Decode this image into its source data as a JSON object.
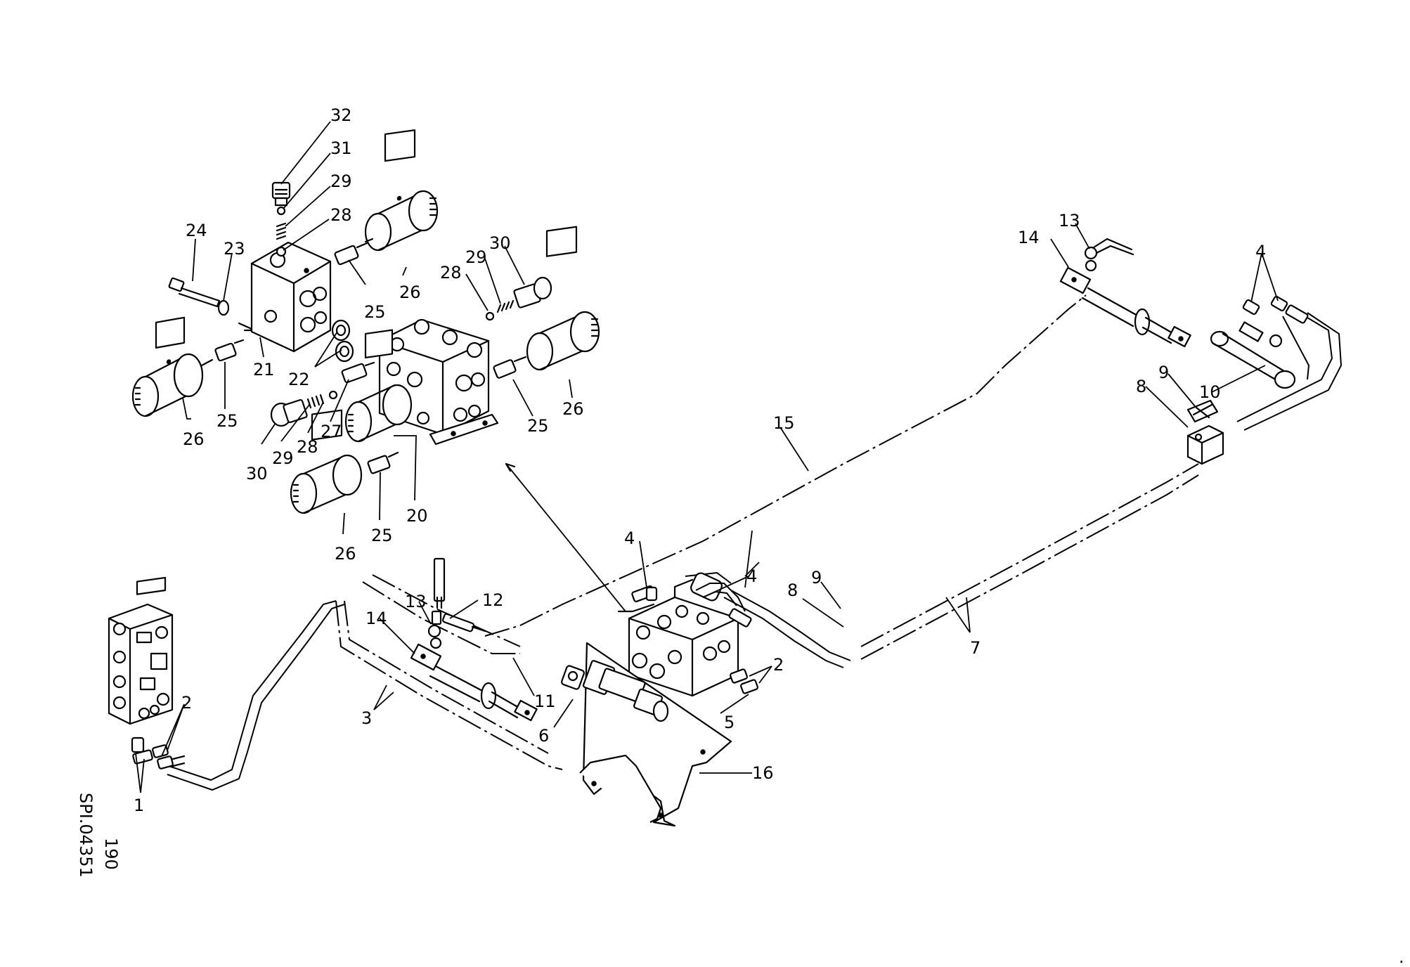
{
  "callouts": [
    {
      "id": "c32a",
      "text": "32"
    },
    {
      "id": "c31a",
      "text": "31"
    },
    {
      "id": "c29a",
      "text": "29"
    },
    {
      "id": "c28a",
      "text": "28"
    },
    {
      "id": "c24",
      "text": "24"
    },
    {
      "id": "c23",
      "text": "23"
    },
    {
      "id": "c26a",
      "text": "26"
    },
    {
      "id": "c25a",
      "text": "25"
    },
    {
      "id": "c21",
      "text": "21"
    },
    {
      "id": "c22",
      "text": "22"
    },
    {
      "id": "c26b",
      "text": "26"
    },
    {
      "id": "c25b",
      "text": "25"
    },
    {
      "id": "c30b",
      "text": "30"
    },
    {
      "id": "c29b",
      "text": "29"
    },
    {
      "id": "c28b",
      "text": "28"
    },
    {
      "id": "c27",
      "text": "27"
    },
    {
      "id": "c28c",
      "text": "28"
    },
    {
      "id": "c29c",
      "text": "29"
    },
    {
      "id": "c30c",
      "text": "30"
    },
    {
      "id": "c25c",
      "text": "25"
    },
    {
      "id": "c26c",
      "text": "26"
    },
    {
      "id": "c20",
      "text": "20"
    },
    {
      "id": "c25d",
      "text": "25"
    },
    {
      "id": "c26d",
      "text": "26"
    },
    {
      "id": "c15",
      "text": "15"
    },
    {
      "id": "c14a",
      "text": "14"
    },
    {
      "id": "c13a",
      "text": "13"
    },
    {
      "id": "c4a",
      "text": "4"
    },
    {
      "id": "c9a",
      "text": "9"
    },
    {
      "id": "c8a",
      "text": "8"
    },
    {
      "id": "c10",
      "text": "10"
    },
    {
      "id": "c4b",
      "text": "4"
    },
    {
      "id": "c4c",
      "text": "4"
    },
    {
      "id": "c9b",
      "text": "9"
    },
    {
      "id": "c8b",
      "text": "8"
    },
    {
      "id": "c7",
      "text": "7"
    },
    {
      "id": "c2a",
      "text": "2"
    },
    {
      "id": "c5",
      "text": "5"
    },
    {
      "id": "c13b",
      "text": "13"
    },
    {
      "id": "c12",
      "text": "12"
    },
    {
      "id": "c14b",
      "text": "14"
    },
    {
      "id": "c11",
      "text": "11"
    },
    {
      "id": "c6",
      "text": "6"
    },
    {
      "id": "c3",
      "text": "3"
    },
    {
      "id": "c16",
      "text": "16"
    },
    {
      "id": "c2b",
      "text": "2"
    },
    {
      "id": "c1",
      "text": "1"
    }
  ],
  "drawing_code": {
    "text": "SPI.04351"
  },
  "drawing_number": {
    "text": "190"
  },
  "corner_mark": {
    "text": "."
  }
}
